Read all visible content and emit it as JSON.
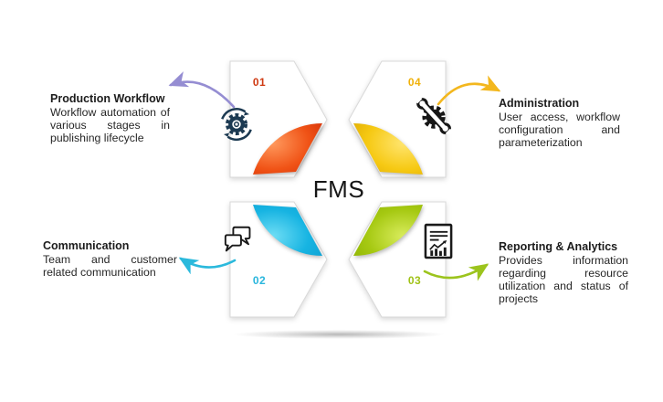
{
  "center_label": "FMS",
  "quadrants": [
    {
      "id": "production-workflow",
      "number": "01",
      "title": "Production Workflow",
      "description": "Workflow automation of various stages in publishing lifecycle",
      "accent_color": "#e03008",
      "number_color": "#cf3a12",
      "arrow_color": "#958dd2",
      "icon": "process-automation-icon",
      "gradient": [
        "#ff9a5e",
        "#f05316",
        "#d02a04"
      ]
    },
    {
      "id": "communication",
      "number": "02",
      "title": "Communication",
      "description": "Team and customer related communication",
      "accent_color": "#17b4e2",
      "number_color": "#29b6dd",
      "arrow_color": "#2bb9dc",
      "icon": "chat-bubbles-icon",
      "gradient": [
        "#6fdef5",
        "#17b4e2",
        "#0c9ed0"
      ]
    },
    {
      "id": "reporting-analytics",
      "number": "03",
      "title": "Reporting & Analytics",
      "description": "Provides information regarding resource utilization and status of projects",
      "accent_color": "#a6c912",
      "number_color": "#a0c217",
      "arrow_color": "#9cc41d",
      "icon": "report-chart-icon",
      "gradient": [
        "#d9ec5d",
        "#a6c912",
        "#8ab000"
      ]
    },
    {
      "id": "administration",
      "number": "04",
      "title": "Administration",
      "description": "User access, workflow configuration and parameterization",
      "accent_color": "#f2c40f",
      "number_color": "#f0b10a",
      "arrow_color": "#f3b71e",
      "icon": "wrench-gear-icon",
      "gradient": [
        "#ffe570",
        "#f6c913",
        "#dca700"
      ]
    }
  ]
}
